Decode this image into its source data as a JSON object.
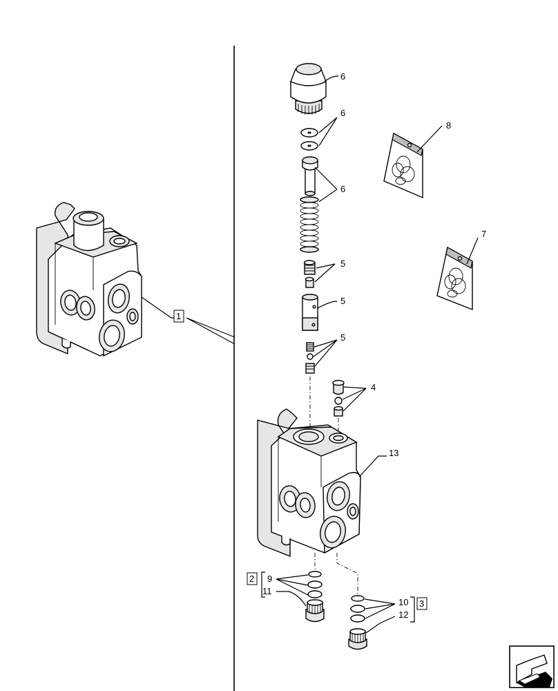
{
  "callouts": {
    "c1": "1",
    "c2": "2",
    "c3": "3",
    "c4": "4",
    "c5a": "5",
    "c5b": "5",
    "c5c": "5",
    "c6a": "6",
    "c6b": "6",
    "c6c": "6",
    "c7": "7",
    "c8": "8",
    "c9": "9",
    "c10": "10",
    "c11": "11",
    "c12": "12",
    "c13": "13"
  },
  "icons": {
    "nav": "arrow-pointing-left-icon"
  }
}
